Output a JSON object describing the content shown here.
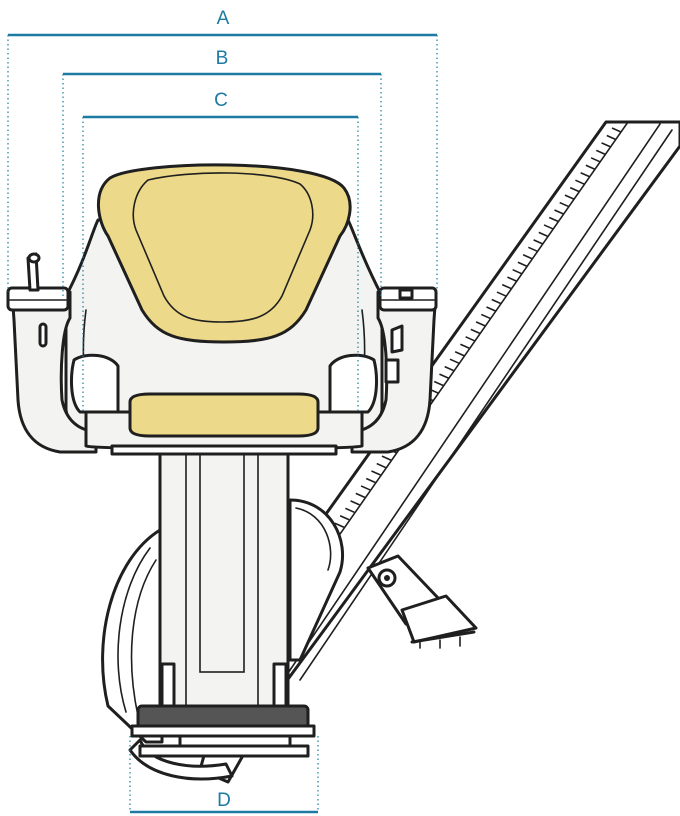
{
  "colors": {
    "dimension": "#1c7aa3",
    "upholstery": "#ecd98a",
    "upholstery_dark": "#d9c36a",
    "frame": "#f3f3f1",
    "outline": "#1f1f1f",
    "footrest_plate": "#555555",
    "rail": "#ffffff"
  },
  "dimensions": {
    "a": {
      "label": "A"
    },
    "b": {
      "label": "B"
    },
    "c": {
      "label": "C"
    },
    "d": {
      "label": "D"
    }
  }
}
